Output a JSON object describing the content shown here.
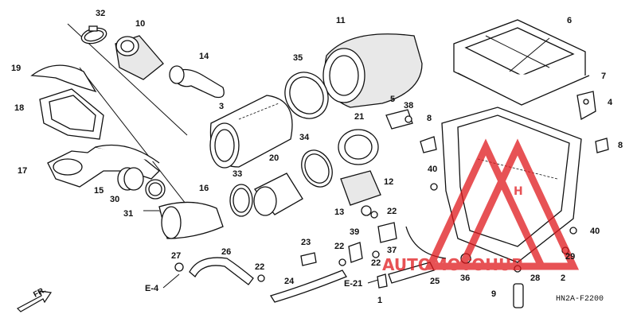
{
  "diagram": {
    "code": "HN2A-F2200",
    "direction_label": "FR.",
    "refs": {
      "e4": "E-4",
      "e21": "E-21"
    },
    "callouts": [
      "32",
      "10",
      "19",
      "14",
      "18",
      "17",
      "15",
      "30",
      "31",
      "16",
      "3",
      "11",
      "35",
      "6",
      "7",
      "4",
      "5",
      "38",
      "8",
      "21",
      "34",
      "20",
      "33",
      "12",
      "13",
      "22",
      "40",
      "23",
      "39",
      "37",
      "27",
      "26",
      "24",
      "25",
      "36",
      "28",
      "2",
      "29",
      "9",
      "1"
    ],
    "watermark": {
      "text": "AUTOMOTOHUB",
      "letter": "H",
      "color": "#e0191d"
    }
  }
}
